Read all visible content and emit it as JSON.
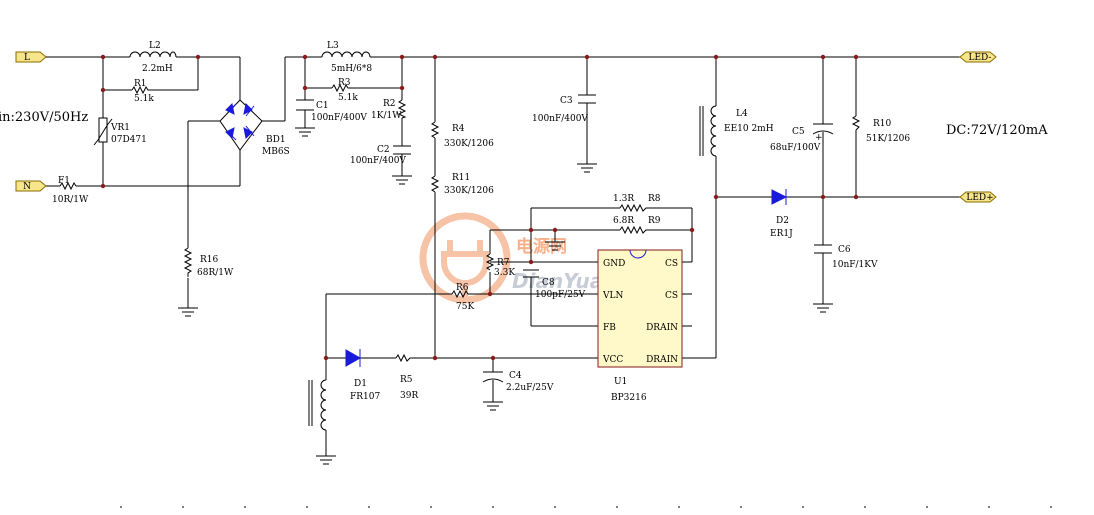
{
  "ports": {
    "l": "L",
    "n": "N",
    "led_minus": "LED-",
    "led_plus": "LED+"
  },
  "notes": {
    "input": "in:230V/50Hz",
    "output": "DC:72V/120mA"
  },
  "components": {
    "l2": {
      "ref": "L2",
      "value": "2.2mH"
    },
    "r1": {
      "ref": "R1",
      "value": "5.1k"
    },
    "vr1": {
      "ref": "VR1",
      "value": "07D471"
    },
    "f1": {
      "ref": "F1",
      "value": "10R/1W"
    },
    "bd1": {
      "ref": "BD1",
      "value": "MB6S"
    },
    "r16": {
      "ref": "R16",
      "value": "68R/1W"
    },
    "l3": {
      "ref": "L3",
      "value": "5mH/6*8"
    },
    "r3": {
      "ref": "R3",
      "value": "5.1k"
    },
    "c1": {
      "ref": "C1",
      "value": "100nF/400V"
    },
    "r2": {
      "ref": "R2",
      "value": "1K/1W"
    },
    "c2": {
      "ref": "C2",
      "value": "100nF/400V"
    },
    "r4": {
      "ref": "R4",
      "value": "330K/1206"
    },
    "r11": {
      "ref": "R11",
      "value": "330K/1206"
    },
    "c3": {
      "ref": "C3",
      "value": "100nF/400V"
    },
    "l4": {
      "ref": "L4",
      "value": "EE10 2mH"
    },
    "c5": {
      "ref": "C5",
      "value": "68uF/100V"
    },
    "r10": {
      "ref": "R10",
      "value": "51K/1206"
    },
    "d2": {
      "ref": "D2",
      "value": "ER1J"
    },
    "c6": {
      "ref": "C6",
      "value": "10nF/1KV"
    },
    "r8": {
      "ref": "R8",
      "value": "1.3R"
    },
    "r9": {
      "ref": "R9",
      "value": "6.8R"
    },
    "r7": {
      "ref": "R7",
      "value": "3.3K"
    },
    "c8": {
      "ref": "C8",
      "value": "100pF/25V"
    },
    "r6": {
      "ref": "R6",
      "value": "75K"
    },
    "d1": {
      "ref": "D1",
      "value": "FR107"
    },
    "r5": {
      "ref": "R5",
      "value": "39R"
    },
    "c4": {
      "ref": "C4",
      "value": "2.2uF/25V"
    },
    "u1": {
      "ref": "U1",
      "value": "BP3216",
      "pins_left": [
        "GND",
        "VLN",
        "FB",
        "VCC"
      ],
      "pins_right": [
        "CS",
        "CS",
        "DRAIN",
        "DRAIN"
      ]
    }
  },
  "watermark": {
    "cn": "电源网",
    "en": "DianYuan.com"
  },
  "colors": {
    "wire": "#000000",
    "semiconductor": "#1a1adb",
    "junction": "#8b1a1a",
    "port_fill": "#f6e58a",
    "watermark": "#f7b08a"
  }
}
